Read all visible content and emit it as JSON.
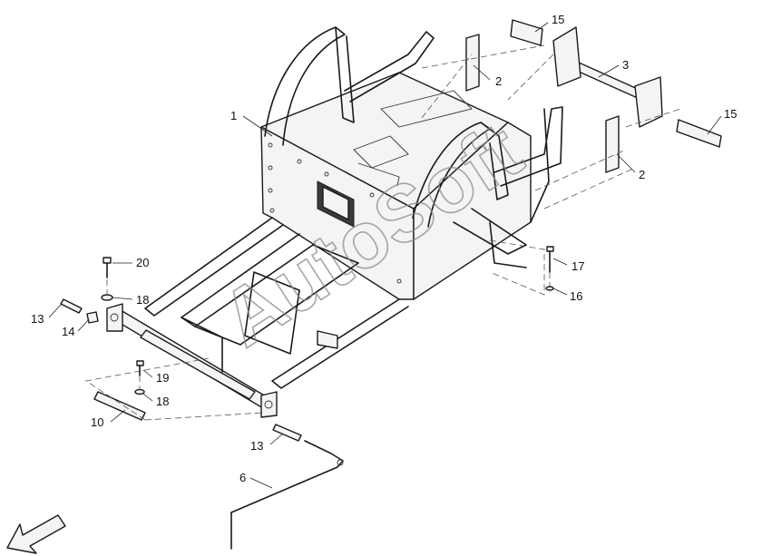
{
  "watermark": "AutoSoft",
  "callouts": {
    "c1": "1",
    "c2a": "2",
    "c2b": "2",
    "c3": "3",
    "c6": "6",
    "c10": "10",
    "c13a": "13",
    "c13b": "13",
    "c14": "14",
    "c15a": "15",
    "c15b": "15",
    "c16": "16",
    "c17": "17",
    "c18a": "18",
    "c18b": "18",
    "c19": "19",
    "c20": "20"
  },
  "icons": {
    "direction": "direction-arrow-icon"
  }
}
